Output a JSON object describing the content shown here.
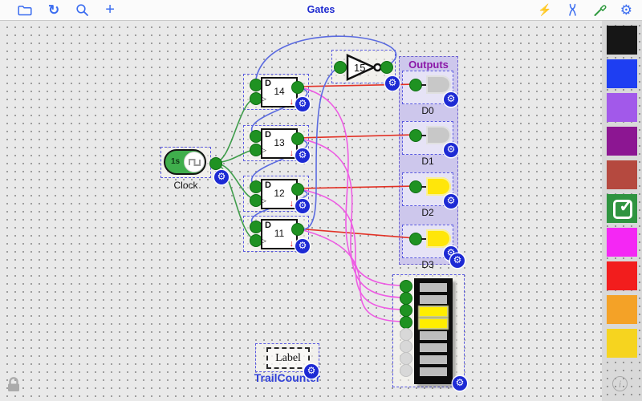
{
  "window": {
    "title": "Gates"
  },
  "icons": {
    "redo": "↻",
    "add": "+",
    "lightning": "⚡",
    "gear": "⚙",
    "check": "✓",
    "down_arrow": "↓",
    "clock_edge": "▷",
    "info": "i"
  },
  "palette": {
    "colors": [
      "#161616",
      "#1e3ef2",
      "#a259ea",
      "#8c1692",
      "#b5493f",
      "#2f9440",
      "#f427f4",
      "#f21d1d",
      "#f4a227",
      "#f6d41f"
    ],
    "selected_index": 5
  },
  "canvas": {
    "clock": {
      "interval": "1s",
      "label": "Clock"
    },
    "ff_port": "D",
    "flipflops": [
      {
        "id": "14"
      },
      {
        "id": "13"
      },
      {
        "id": "12"
      },
      {
        "id": "11"
      }
    ],
    "inverter": {
      "id": "15"
    },
    "outputs_group": {
      "title": "Outputs",
      "leds": [
        {
          "label": "D0",
          "on": false
        },
        {
          "label": "D1",
          "on": false
        },
        {
          "label": "D2",
          "on": true
        },
        {
          "label": "D3",
          "on": true
        }
      ]
    },
    "bar_display": {
      "bars": [
        "off",
        "off",
        "on",
        "on",
        "off",
        "off",
        "off",
        "off"
      ],
      "inputs_connected": [
        true,
        true,
        true,
        true,
        false,
        false,
        false,
        false
      ]
    },
    "label_component": {
      "text": "Label",
      "caption": "TrailCounter"
    }
  },
  "colors": {
    "accent-blue": "#1d2ad4",
    "toolbar-icon": "#3a6cf0",
    "title-blue": "#1f2bd0",
    "selection-blue": "#5a5ae0",
    "wire-green": "#3f9d4b",
    "wire-blue": "#5b6be0",
    "wire-magenta": "#ee5ce4",
    "wire-red": "#e23226",
    "port-green": "#1f9222",
    "led-on": "#ffe60a",
    "led-off": "#c8c8c8",
    "bar-on": "#ffee00",
    "bar-off": "#bdbdbd",
    "group-bg": "#cdc7ec",
    "group-title": "#8b18a8"
  }
}
